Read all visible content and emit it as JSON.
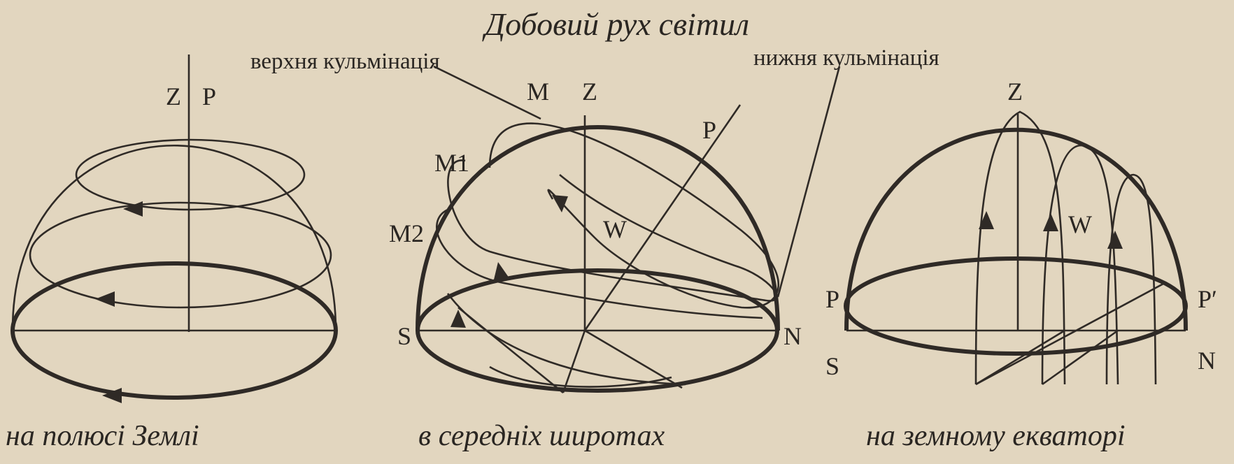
{
  "title": "Добовий рух світил",
  "panels": {
    "pole": {
      "caption": "на полюсі Землі",
      "labels": {
        "z": "Z",
        "p": "P"
      }
    },
    "middle": {
      "caption": "в середніх широтах",
      "labels": {
        "upper_culmination": "верхня кульмінація",
        "lower_culmination": "нижня кульмінація",
        "m": "M",
        "z": "Z",
        "p": "P",
        "m1": "M1",
        "m2": "M2",
        "w": "W",
        "s": "S",
        "n": "N"
      }
    },
    "equator": {
      "caption": "на земному екваторі",
      "labels": {
        "z": "Z",
        "w": "W",
        "p_left": "P",
        "p_right": "P′",
        "s": "S",
        "n": "N"
      }
    }
  }
}
